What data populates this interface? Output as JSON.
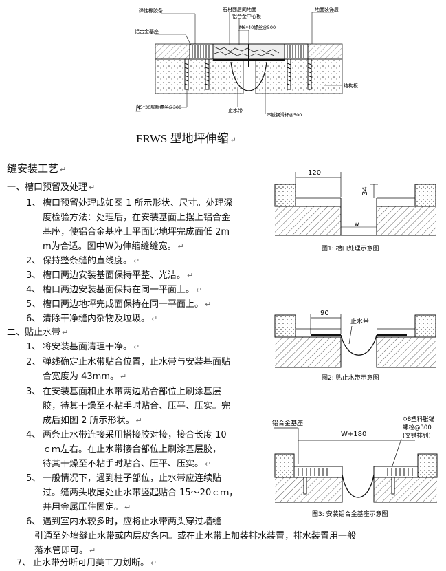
{
  "top_figure": {
    "labels": {
      "rubber_strip": "弹性橡胶条",
      "stone_surface": "石材面层同地面",
      "aluminum_center_plate": "铝合金中心板",
      "floor_finish": "地面装饰层",
      "bolt_m6": "M6*40螺丝@500",
      "aluminum_base": "铝合金基座",
      "structural_slab": "结构板",
      "expansion_bolt": "M5*30膨胀螺丝@300",
      "waterstop": "止水带",
      "steel_slide": "不锈钢滑杆@500"
    },
    "title": "FRWS  型地坪伸缩",
    "title_mark": "↵"
  },
  "section_title": "缝安装工艺",
  "section_title_mark": "↵",
  "sections": [
    {
      "heading": "一、槽口预留及处理",
      "items": [
        {
          "num": "1、",
          "lines": [
            "槽口预留处理成如图 1 所示形状、尺寸。处理深",
            "度检验方法：处理后，在安装基面上摆上铝合金",
            "基座，使铝合金基座上平面比地坪完成面低  2m",
            "m为合适。图中W为伸缩缝缝宽。"
          ]
        },
        {
          "num": "2、",
          "lines": [
            "保持整条缝的直线度。"
          ]
        },
        {
          "num": "3、",
          "lines": [
            "槽口两边安装基面保持平整、光洁。"
          ]
        },
        {
          "num": "4、",
          "lines": [
            "槽口两边安装基面保持在同一平面上。"
          ]
        },
        {
          "num": "5、",
          "lines": [
            "槽口两边地坪完成面保持在同一平面上。"
          ]
        },
        {
          "num": "6、",
          "lines": [
            "清除干净缝内杂物及垃圾。"
          ]
        }
      ]
    },
    {
      "heading": "二、贴止水带",
      "items": [
        {
          "num": "1、",
          "lines": [
            "将安装基面清理干净。"
          ]
        },
        {
          "num": "2、",
          "lines": [
            "弹线确定止水带贴合位置，止水带与安装基面贴",
            "合宽度为 43mm。"
          ]
        },
        {
          "num": "3、",
          "lines": [
            "在安装基面和止水带两边贴合部位上刷涂基层",
            "胶，待其干燥至不粘手时贴合、压平、压实。完",
            "成后如图 2 所示形状。"
          ]
        },
        {
          "num": "4、",
          "lines": [
            "两条止水带连接采用搭接胶对接，接合长度 10",
            "ｃｍ左右。在止水带接合部位上刷涂基层胶，",
            "待其干燥至不粘手时贴合、压平、压实。"
          ]
        },
        {
          "num": "5、",
          "lines": [
            "一般情况下，遇到柱子部位，止水带应连续贴",
            "过。缝两头收尾处止水带竖起贴合 15～20ｃｍ，",
            "并用金属压住固定。"
          ]
        },
        {
          "num": "6、",
          "lines": [
            "遇到室内水较多时，应将止水带两头穿过墙缝"
          ]
        }
      ],
      "continuation_lines": [
        "引通至外墙缝止水带或内层皮条内。或在止水带上加装排水装置，排水装置用一般",
        "落水管即可。"
      ]
    }
  ],
  "item7": {
    "num": "7、",
    "text": "止水带分断可用美工刀划断。"
  },
  "fig1": {
    "dim_width": "120",
    "dim_depth": "34",
    "w_label": "w",
    "caption": "图1: 槽口处理示意图"
  },
  "fig2": {
    "dim_width": "90",
    "waterstop_label": "止水带",
    "caption": "图2: 贴止水带示意图"
  },
  "fig3": {
    "base_label": "铝合金基座",
    "bolt_label_1": "Φ8塑料胀锚",
    "bolt_label_2": "螺栓@300",
    "bolt_label_3": "(交错排列)",
    "w_label": "W+180",
    "caption": "图3: 安装铝合金基座示意图"
  },
  "return_mark": "↵"
}
